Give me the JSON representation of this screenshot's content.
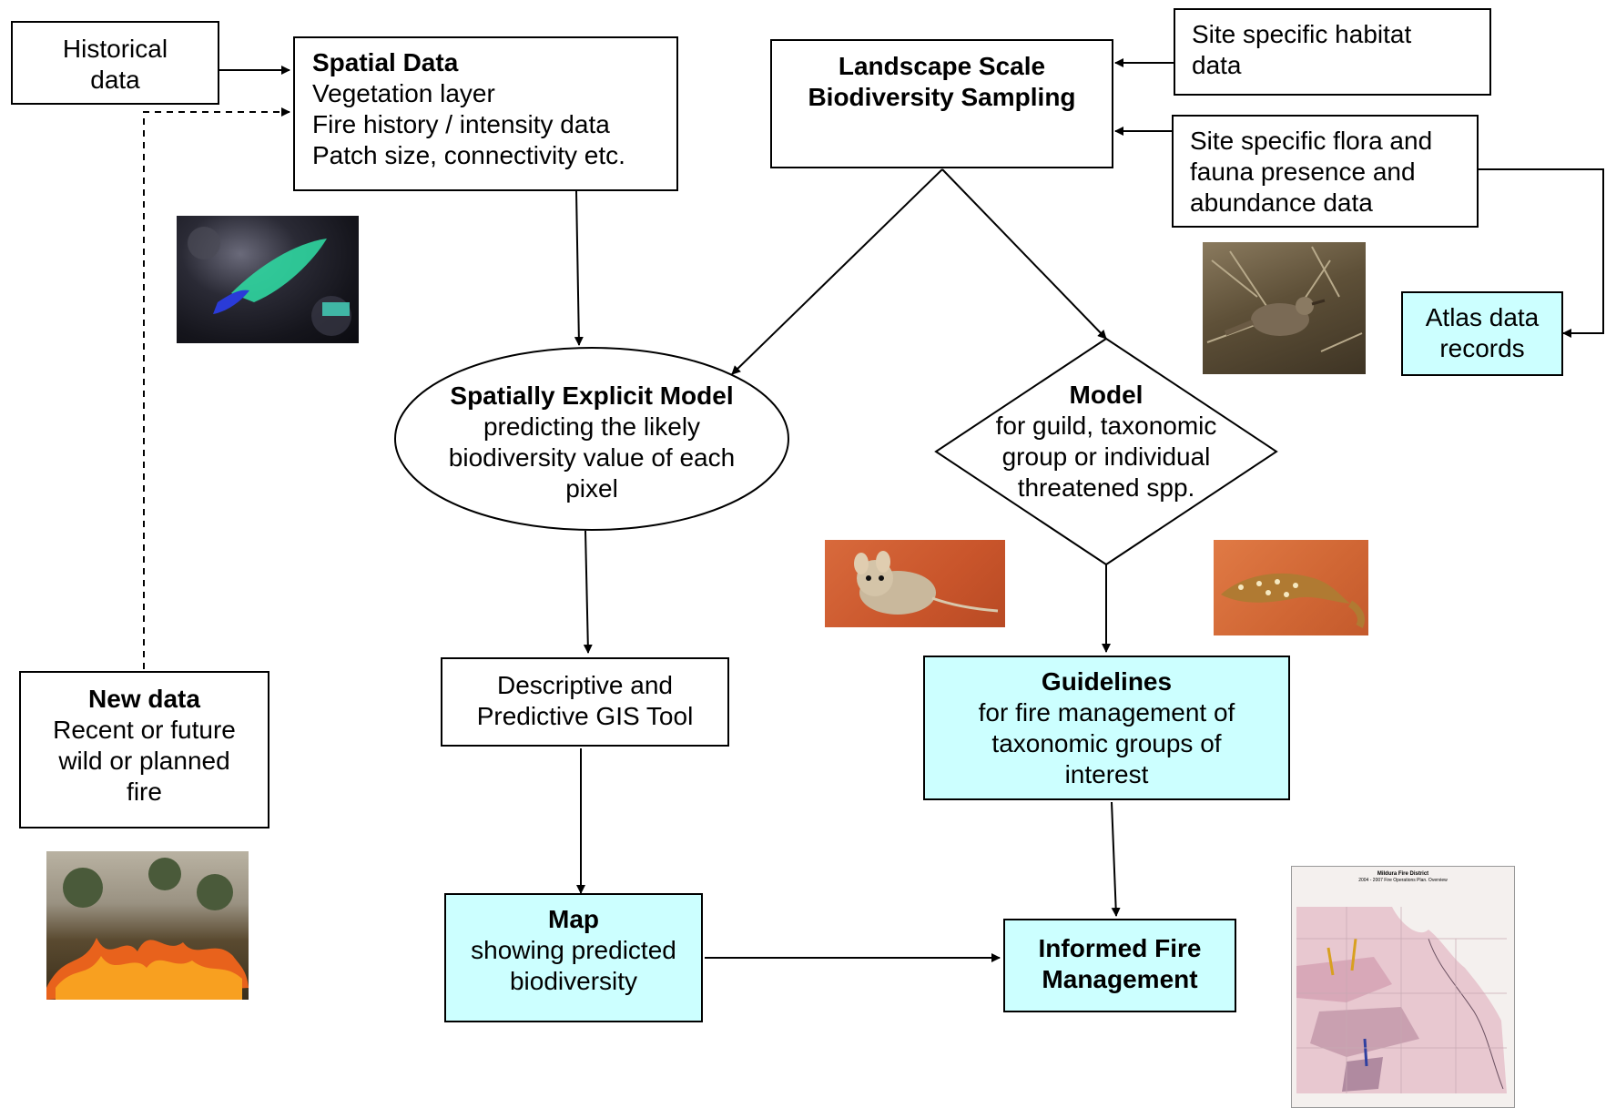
{
  "nodes": {
    "historical": {
      "lines": [
        "Historical",
        "data"
      ]
    },
    "spatial": {
      "title": "Spatial Data",
      "lines": [
        "Vegetation layer",
        "Fire history / intensity data",
        "Patch size, connectivity etc."
      ]
    },
    "landscape": {
      "title_lines": [
        "Landscape Scale",
        "Biodiversity Sampling"
      ]
    },
    "habitat": {
      "lines": [
        "Site specific habitat",
        "data"
      ]
    },
    "flora": {
      "lines": [
        "Site specific flora and",
        "fauna presence and",
        "abundance data"
      ]
    },
    "atlas": {
      "lines": [
        "Atlas data",
        "records"
      ]
    },
    "sem": {
      "title": "Spatially Explicit Model",
      "lines": [
        "predicting the likely",
        "biodiversity value of each",
        "pixel"
      ]
    },
    "model": {
      "title": "Model",
      "lines": [
        "for guild, taxonomic",
        "group or individual",
        "threatened spp."
      ]
    },
    "newdata": {
      "title": "New data",
      "lines": [
        "Recent or future",
        "wild or planned",
        "fire"
      ]
    },
    "gistool": {
      "lines": [
        "Descriptive and",
        "Predictive GIS Tool"
      ]
    },
    "guidelines": {
      "title": "Guidelines",
      "lines": [
        "for fire management of",
        "taxonomic groups of",
        "interest"
      ]
    },
    "map": {
      "title": "Map",
      "lines": [
        "showing predicted",
        "biodiversity"
      ]
    },
    "informed": {
      "title_lines": [
        "Informed Fire",
        "Management"
      ]
    }
  },
  "map_thumbnail": {
    "title": "Mildura Fire District",
    "subtitle": "2004 - 2007 Fire Operations Plan. Overview"
  },
  "colors": {
    "highlight_box": "#ccffff",
    "line": "#000000"
  }
}
